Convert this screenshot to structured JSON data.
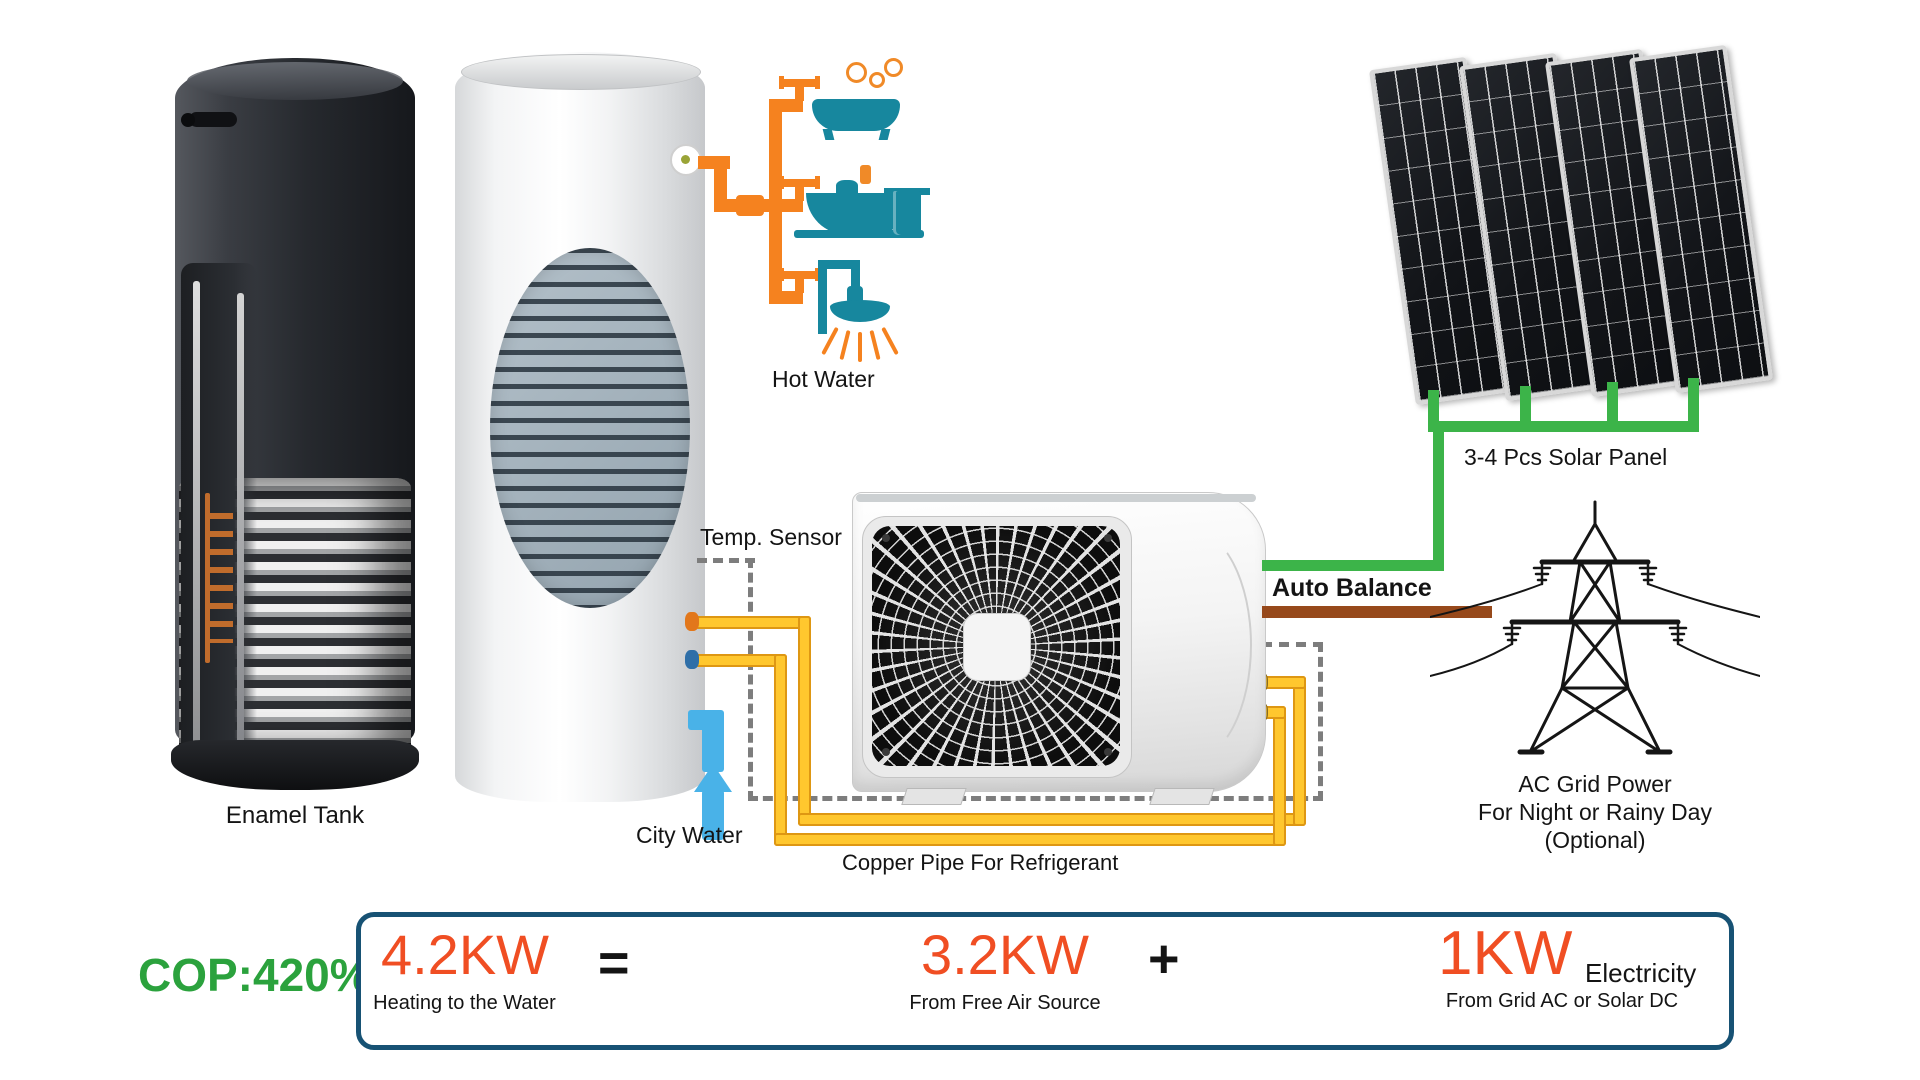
{
  "diagram": {
    "labels": {
      "enamel_tank": "Enamel Tank",
      "hot_water": "Hot Water",
      "temp_sensor": "Temp. Sensor",
      "city_water": "City Water",
      "copper_pipe": "Copper Pipe For Refrigerant",
      "solar_panels": "3-4 Pcs Solar Panel",
      "auto_balance": "Auto Balance",
      "ac_grid": [
        "AC Grid Power",
        "For Night or Rainy Day",
        "(Optional)"
      ]
    },
    "icons": [
      "bathtub-icon",
      "sink-icon",
      "shower-icon",
      "solar-panel-icon",
      "transmission-tower-icon",
      "fan-grille-icon",
      "up-arrow-icon"
    ]
  },
  "formula": {
    "cop": "COP:420%",
    "equals": "=",
    "plus": "+",
    "terms": [
      {
        "value": "4.2KW",
        "label": "Heating to the Water"
      },
      {
        "value": "3.2KW",
        "label": "From Free Air Source"
      },
      {
        "value": "1KW",
        "suffix": "Electricity",
        "label": "From Grid AC or Solar DC"
      }
    ]
  },
  "colors": {
    "hot_water_pipe": "#F5821F",
    "fixture_teal": "#17879E",
    "city_water_blue": "#49B2E8",
    "copper_pipe_yellow": "#FFC72E",
    "sensor_gray": "#7D7D7D",
    "solar_wire_green": "#3CB449",
    "grid_wire_brown": "#97491B",
    "formula_orange": "#F04E23",
    "cop_green": "#2BA23D",
    "box_border_blue": "#175274"
  }
}
